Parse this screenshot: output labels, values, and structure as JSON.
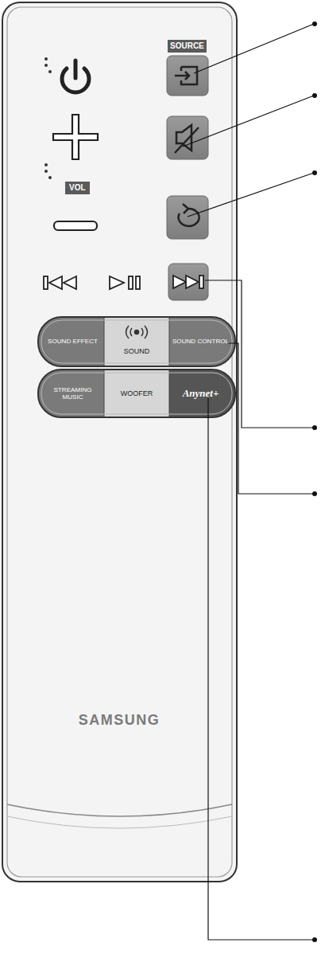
{
  "diagram": {
    "nodes": [
      {
        "text": [
          "SOURCE"
        ]
      },
      {
        "text": [
          "SOUND EFFECT"
        ]
      },
      {
        "text": [
          "SOUND"
        ]
      },
      {
        "text": [
          "SOUND CONTROL"
        ]
      },
      {
        "text": [
          "STREAMING MUSIC"
        ]
      },
      {
        "text": [
          "WOOFER"
        ]
      },
      {
        "text": [
          "Anynet+"
        ]
      }
    ],
    "labels": [
      "VOL",
      "SAMSUNG"
    ]
  }
}
